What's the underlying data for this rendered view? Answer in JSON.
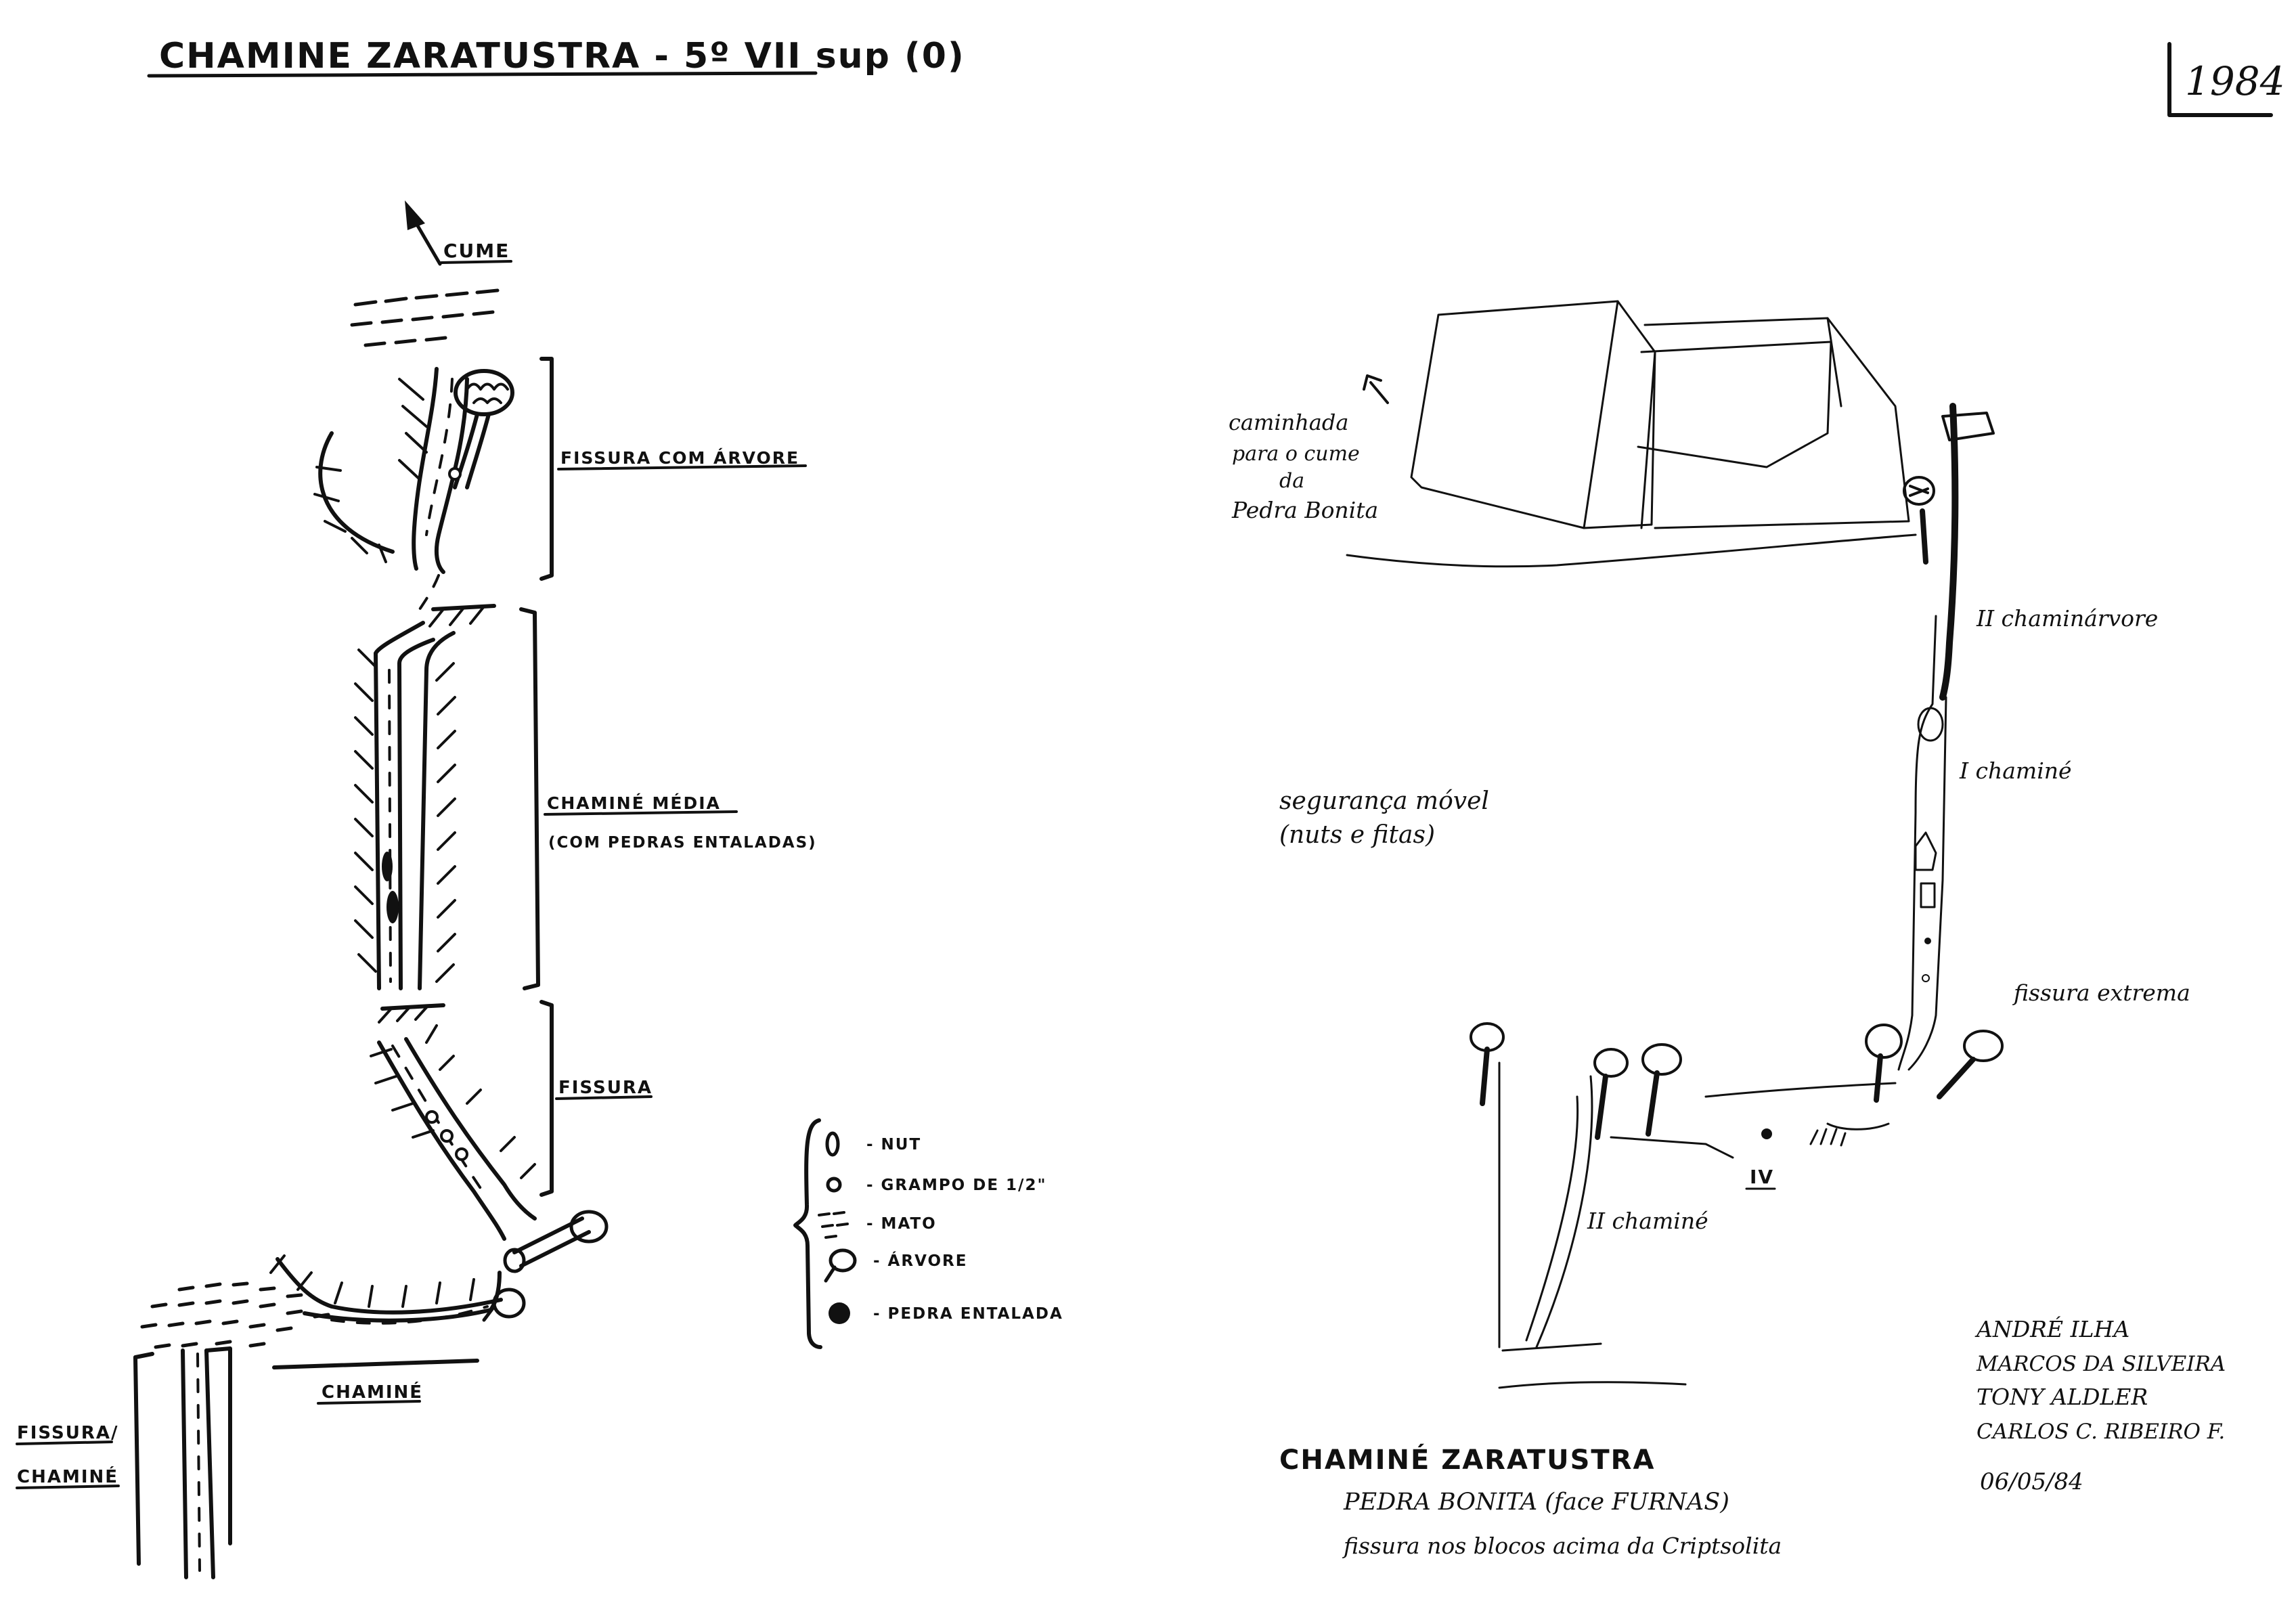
{
  "header": {
    "title": "CHAMINE ZARATUSTRA - 5º VII sup (0)",
    "year": "1984"
  },
  "left_topo": {
    "labels": {
      "summit": "CUME",
      "crack_with_tree": "FISSURA COM ÁRVORE",
      "mid_chimney": "CHAMINÉ MÉDIA",
      "mid_chimney_note": "(COM PEDRAS ENTALADAS)",
      "crack": "FISSURA",
      "chimney": "CHAMINÉ",
      "crack_chimney_1": "FISSURA/",
      "crack_chimney_2": "CHAMINÉ"
    },
    "legend": [
      {
        "symbol": "nut",
        "label": "- NUT"
      },
      {
        "symbol": "bolt",
        "label": "- GRAMPO DE 1/2\""
      },
      {
        "symbol": "bush",
        "label": "- MATO"
      },
      {
        "symbol": "tree",
        "label": "- ÁRVORE"
      },
      {
        "symbol": "chockstone",
        "label": "- PEDRA ENTALADA"
      }
    ]
  },
  "right_sketch": {
    "walk_note": [
      "caminhada",
      "para o cume",
      "da",
      "Pedra Bonita"
    ],
    "protection_note": [
      "segurança móvel",
      "(nuts e fitas)"
    ],
    "pitches": {
      "p2_upper": "II chaminárvore",
      "p1": "I chaminé",
      "crack_extreme": "fissura extrema",
      "p4": "IV",
      "p2_lower": "II chaminé"
    },
    "caption": {
      "title": "CHAMINÉ ZARATUSTRA",
      "line2": "PEDRA BONITA (face FURNAS)",
      "line3": "fissura nos blocos acima da Criptsolita"
    },
    "authors": [
      "ANDRÉ ILHA",
      "MARCOS DA SILVEIRA",
      "TONY ALDLER",
      "CARLOS C. RIBEIRO F."
    ],
    "date": "06/05/84"
  }
}
